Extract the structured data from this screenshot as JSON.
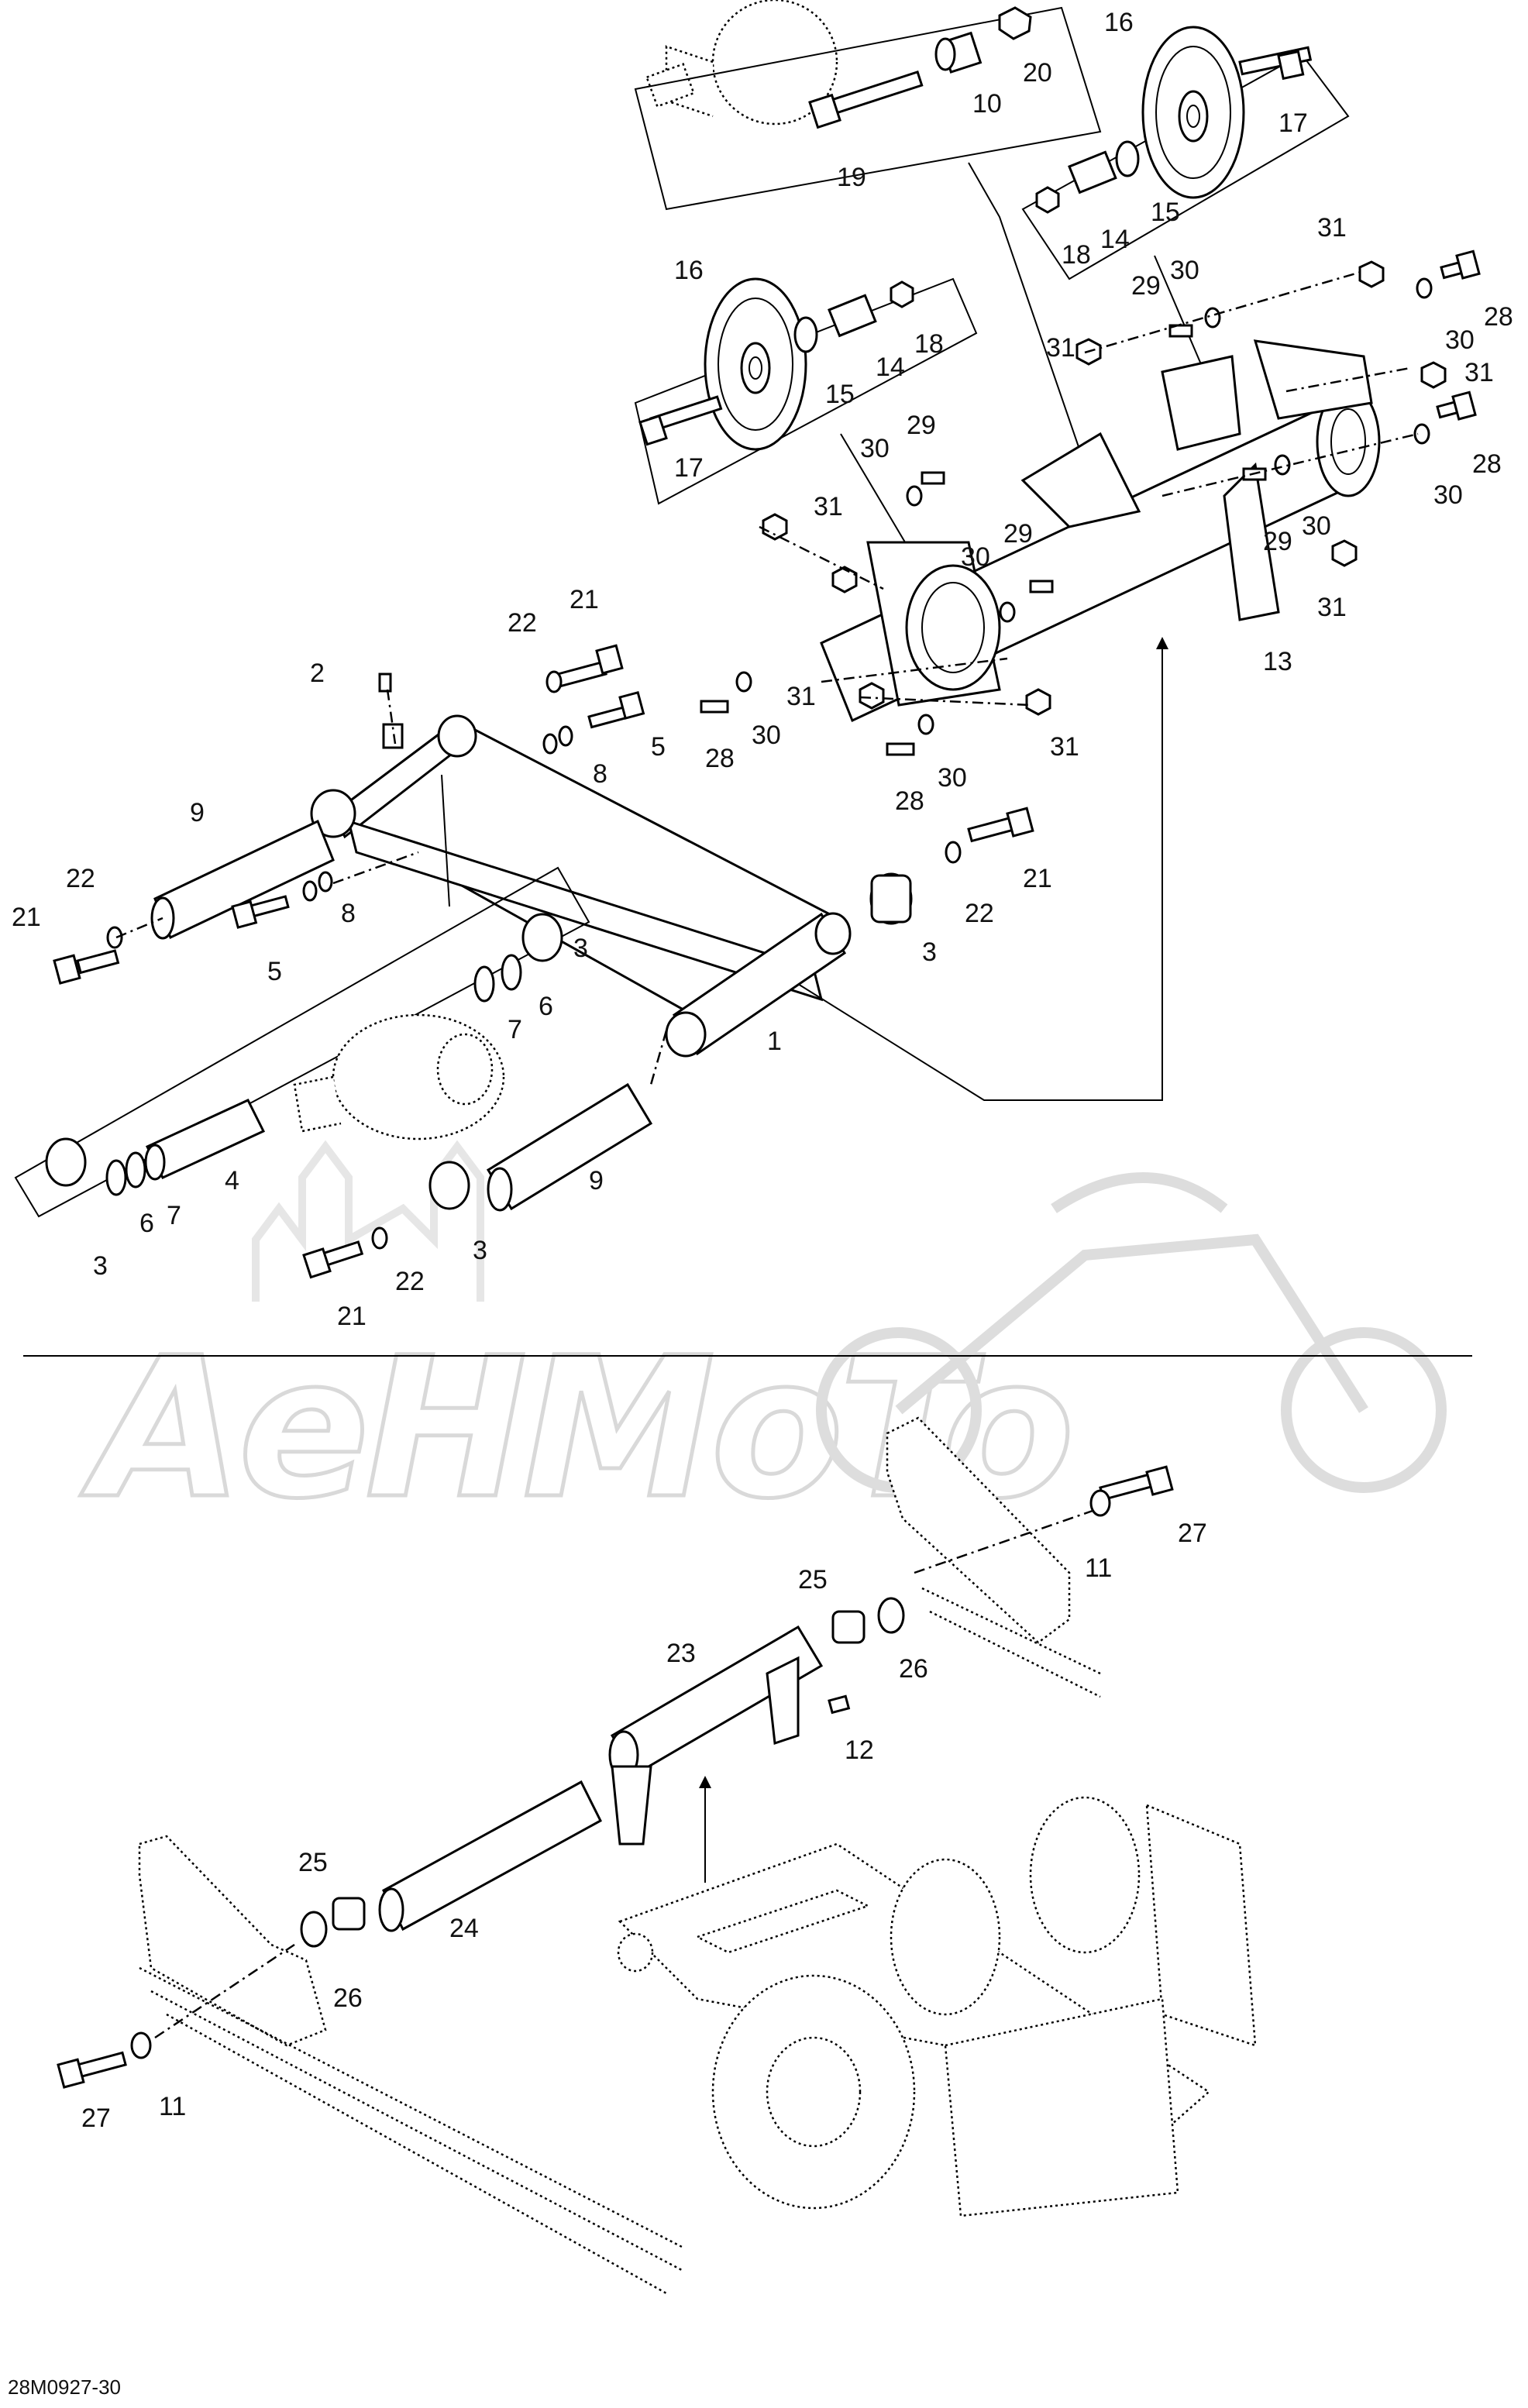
{
  "figure_code": "28M0927-30",
  "watermark": "AeHMoTo",
  "top_section": {
    "labels": [
      {
        "id": "c1-20",
        "text": "20"
      },
      {
        "id": "c1-10",
        "text": "10"
      },
      {
        "id": "c1-19",
        "text": "19"
      },
      {
        "id": "c2-16",
        "text": "16"
      },
      {
        "id": "c2-17",
        "text": "17"
      },
      {
        "id": "c2-15",
        "text": "15"
      },
      {
        "id": "c2-18",
        "text": "18"
      },
      {
        "id": "c2-14",
        "text": "14"
      },
      {
        "id": "c3-16",
        "text": "16"
      },
      {
        "id": "c3-18",
        "text": "18"
      },
      {
        "id": "c3-14",
        "text": "14"
      },
      {
        "id": "c3-15",
        "text": "15"
      },
      {
        "id": "c3-17",
        "text": "17"
      },
      {
        "id": "r-31a",
        "text": "31"
      },
      {
        "id": "r-29a",
        "text": "29"
      },
      {
        "id": "r-30a",
        "text": "30"
      },
      {
        "id": "r-30b",
        "text": "30"
      },
      {
        "id": "r-28a",
        "text": "28"
      },
      {
        "id": "r-31b",
        "text": "31"
      },
      {
        "id": "r-31c",
        "text": "31"
      },
      {
        "id": "r-28b",
        "text": "28"
      },
      {
        "id": "r-30c",
        "text": "30"
      },
      {
        "id": "r-29b",
        "text": "29"
      },
      {
        "id": "r-30d",
        "text": "30"
      },
      {
        "id": "r-31d",
        "text": "31"
      },
      {
        "id": "r-13",
        "text": "13"
      },
      {
        "id": "m-29a",
        "text": "29"
      },
      {
        "id": "m-30a",
        "text": "30"
      },
      {
        "id": "m-31a",
        "text": "31"
      },
      {
        "id": "m-30b",
        "text": "30"
      },
      {
        "id": "m-29b",
        "text": "29"
      },
      {
        "id": "m-31b",
        "text": "31"
      },
      {
        "id": "m-28a",
        "text": "28"
      },
      {
        "id": "m-30c",
        "text": "30"
      },
      {
        "id": "m-28b",
        "text": "28"
      },
      {
        "id": "m-30d",
        "text": "30"
      },
      {
        "id": "m-31c",
        "text": "31"
      },
      {
        "id": "a-21a",
        "text": "21"
      },
      {
        "id": "a-22a",
        "text": "22"
      },
      {
        "id": "a-2",
        "text": "2"
      },
      {
        "id": "a-5a",
        "text": "5"
      },
      {
        "id": "a-8a",
        "text": "8"
      },
      {
        "id": "a-9a",
        "text": "9"
      },
      {
        "id": "a-21b",
        "text": "21"
      },
      {
        "id": "a-22b",
        "text": "22"
      },
      {
        "id": "a-8b",
        "text": "8"
      },
      {
        "id": "a-5b",
        "text": "5"
      },
      {
        "id": "a-3a",
        "text": "3"
      },
      {
        "id": "a-6a",
        "text": "6"
      },
      {
        "id": "a-7a",
        "text": "7"
      },
      {
        "id": "a-21c",
        "text": "21"
      },
      {
        "id": "a-22c",
        "text": "22"
      },
      {
        "id": "a-3b",
        "text": "3"
      },
      {
        "id": "a-1",
        "text": "1"
      },
      {
        "id": "a-4",
        "text": "4"
      },
      {
        "id": "a-9b",
        "text": "9"
      },
      {
        "id": "a-6b",
        "text": "6"
      },
      {
        "id": "a-7b",
        "text": "7"
      },
      {
        "id": "a-3c",
        "text": "3"
      },
      {
        "id": "a-3d",
        "text": "3"
      },
      {
        "id": "a-22d",
        "text": "22"
      },
      {
        "id": "a-21d",
        "text": "21"
      }
    ]
  },
  "bottom_section": {
    "labels": [
      {
        "id": "b-27a",
        "text": "27"
      },
      {
        "id": "b-11a",
        "text": "11"
      },
      {
        "id": "b-25a",
        "text": "25"
      },
      {
        "id": "b-26a",
        "text": "26"
      },
      {
        "id": "b-23",
        "text": "23"
      },
      {
        "id": "b-12",
        "text": "12"
      },
      {
        "id": "b-25b",
        "text": "25"
      },
      {
        "id": "b-24",
        "text": "24"
      },
      {
        "id": "b-26b",
        "text": "26"
      },
      {
        "id": "b-27b",
        "text": "27"
      },
      {
        "id": "b-11b",
        "text": "11"
      }
    ]
  }
}
